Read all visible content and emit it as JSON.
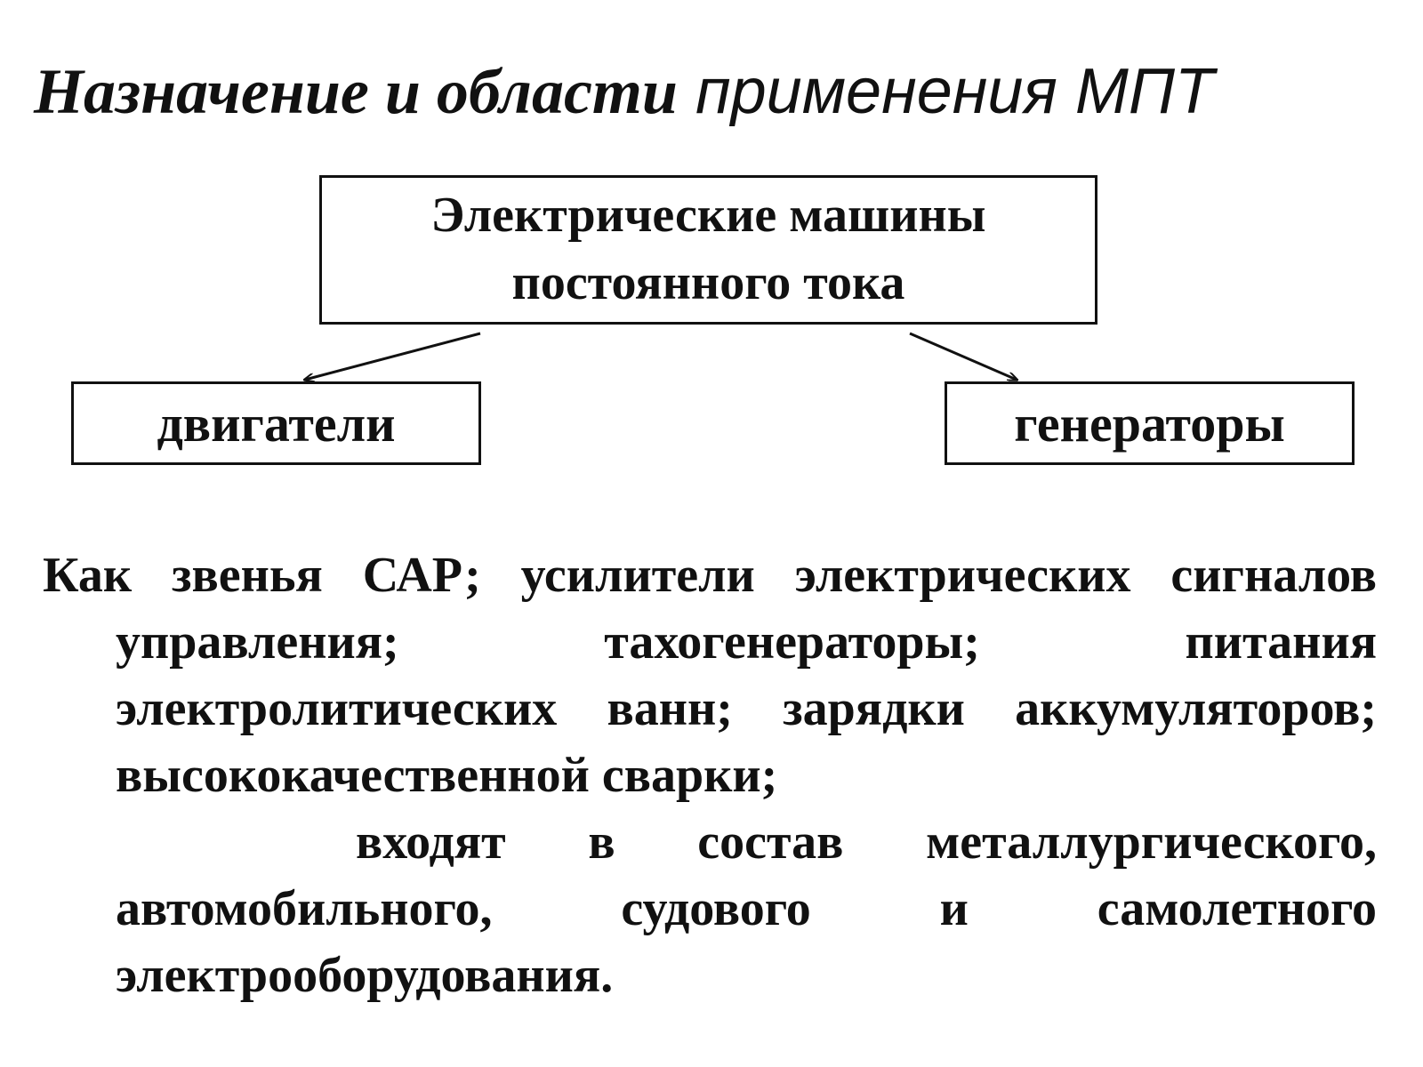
{
  "title": {
    "part1": "Назначение и области",
    "part2": " применения МПТ"
  },
  "diagram": {
    "root": {
      "line1": "Электрические машины",
      "line2": "постоянного тока"
    },
    "children": [
      {
        "label": "двигатели"
      },
      {
        "label": "генераторы"
      }
    ]
  },
  "description": {
    "paragraph1": "Как звенья САР; усилители электрических сигналов управления; тахогенераторы; питания электролитических ванн; зарядки аккумуляторов; высококачественной сварки;",
    "paragraph2": "входят в состав металлургического, автомобильного, судового и самолетного электрооборудования."
  },
  "colors": {
    "ink": "#111111",
    "background": "#ffffff"
  }
}
